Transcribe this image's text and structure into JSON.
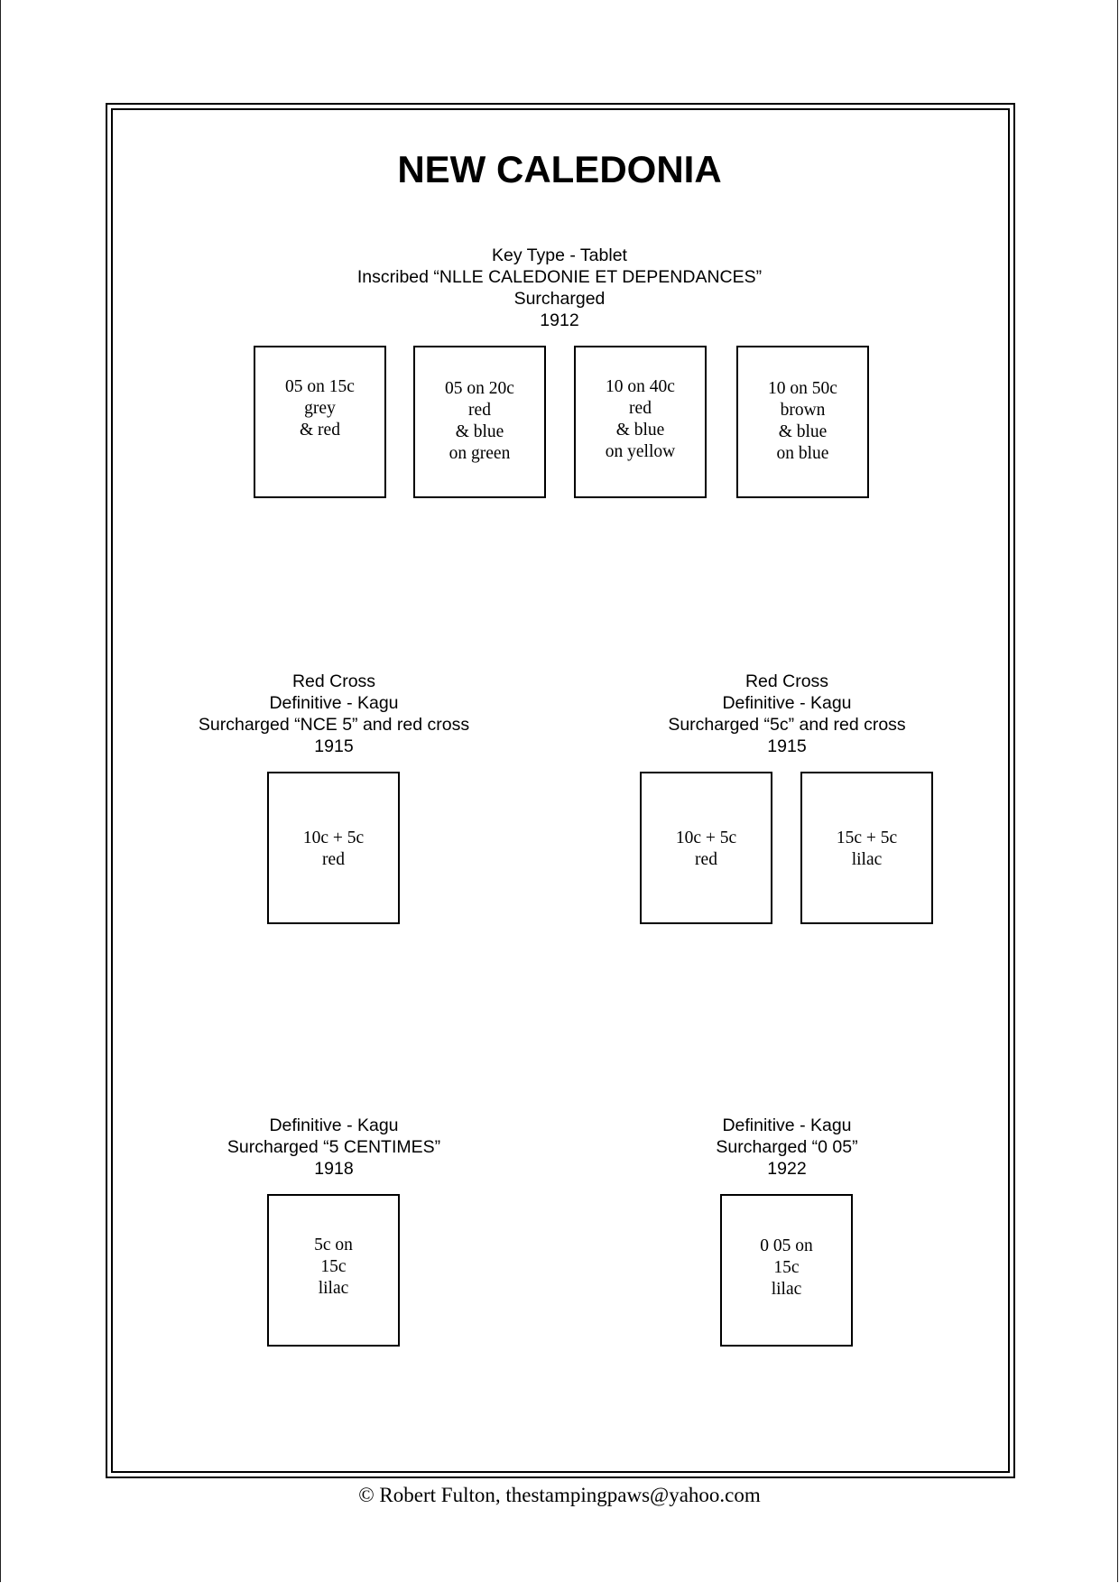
{
  "title": "NEW CALEDONIA",
  "sections": [
    {
      "heading": [
        "Key Type - Tablet",
        "Inscribed “NLLE CALEDONIE ET DEPENDANCES”",
        "Surcharged",
        "1912"
      ],
      "stamps": [
        [
          "05 on 15c",
          "grey",
          "& red"
        ],
        [
          "05 on 20c",
          "red",
          "& blue",
          "on green"
        ],
        [
          "10 on 40c",
          "red",
          "& blue",
          "on yellow"
        ],
        [
          "10 on 50c",
          "brown",
          "& blue",
          "on blue"
        ]
      ]
    },
    {
      "heading": [
        "Red Cross",
        "Definitive - Kagu",
        "Surcharged “NCE 5” and red cross",
        "1915"
      ],
      "stamps": [
        [
          "10c + 5c",
          "red"
        ]
      ]
    },
    {
      "heading": [
        "Red Cross",
        "Definitive - Kagu",
        "Surcharged “5c” and red cross",
        "1915"
      ],
      "stamps": [
        [
          "10c + 5c",
          "red"
        ],
        [
          "15c + 5c",
          "lilac"
        ]
      ]
    },
    {
      "heading": [
        "Definitive - Kagu",
        "Surcharged “5 CENTIMES”",
        "1918"
      ],
      "stamps": [
        [
          "5c on",
          "15c",
          "lilac"
        ]
      ]
    },
    {
      "heading": [
        "Definitive - Kagu",
        "Surcharged “0 05”",
        "1922"
      ],
      "stamps": [
        [
          "0 05 on",
          "15c",
          "lilac"
        ]
      ]
    }
  ],
  "footer": "© Robert Fulton, thestampingpaws@yahoo.com"
}
